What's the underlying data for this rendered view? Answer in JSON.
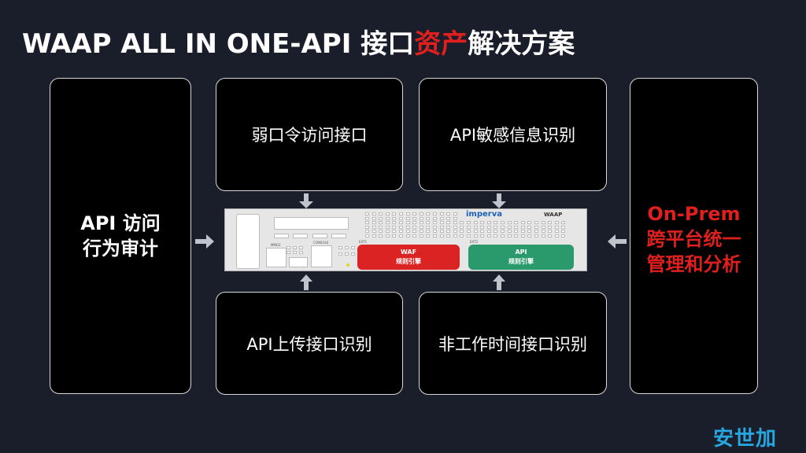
{
  "title": {
    "part1": "WAAP ALL IN ONE-API 接口",
    "highlight": "资产",
    "part2": "解决方案",
    "highlight_color": "#e0201e"
  },
  "left_box": {
    "line1": "API 访问",
    "line2": "行为审计"
  },
  "top_boxes": [
    "弱口令访问接口",
    "API敏感信息识别"
  ],
  "bottom_boxes": [
    "API上传接口识别",
    "非工作时间接口识别"
  ],
  "right_box": {
    "line1": "On-Prem",
    "line2": "跨平台统一",
    "line3": "管理和分析",
    "color": "#e0201e"
  },
  "device": {
    "brand": "imperva",
    "model": "WAAP",
    "labels": {
      "mgmt": "MMG2",
      "console": "CONSOLE",
      "ext1": "EXT1",
      "ext2": "EXT2"
    },
    "engines": [
      {
        "name": "WAF",
        "sub": "规则引擎",
        "color": "#dc2323"
      },
      {
        "name": "API",
        "sub": "规则引擎",
        "color": "#2a9a6c"
      }
    ]
  },
  "logo": "安世加"
}
